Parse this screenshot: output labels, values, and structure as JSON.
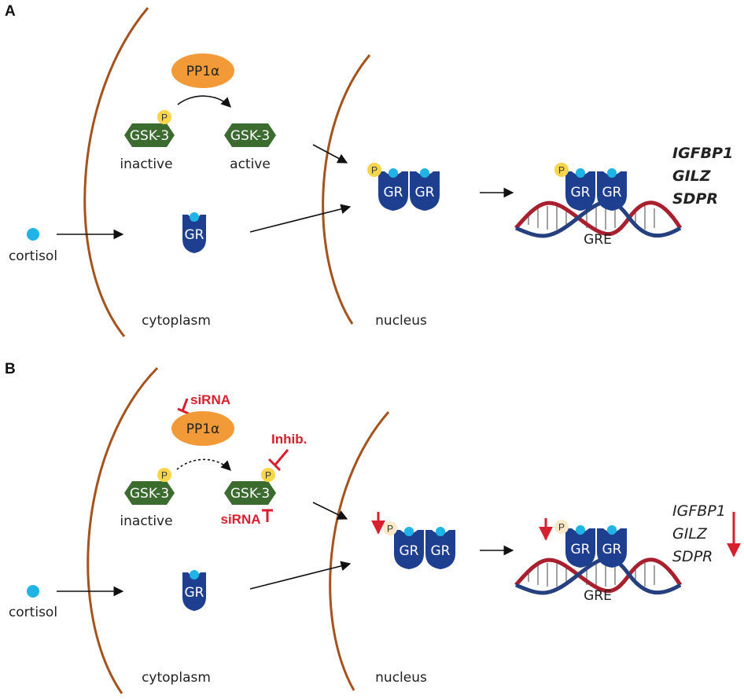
{
  "colors": {
    "membrane": "#a4531e",
    "gsk3": "#3b6b2f",
    "pp1": "#f29a38",
    "gr": "#1e3f8f",
    "ligand": "#1fb3e6",
    "phosphate": "#f8d54a",
    "phosphate_faded": "#fbe8c6",
    "inhibition": "#d71f2e",
    "dna_red": "#a8202e",
    "dna_blue": "#26407f"
  },
  "panel_a": {
    "label": "A",
    "pp1": "PP1α",
    "gsk3_left": "GSK-3",
    "gsk3_right": "GSK-3",
    "state_inactive": "inactive",
    "state_active": "active",
    "phospho": "P",
    "gr": "GR",
    "cortisol": "cortisol",
    "cytoplasm": "cytoplasm",
    "nucleus": "nucleus",
    "gre": "GRE",
    "genes": [
      "IGFBP1",
      "GILZ",
      "SDPR"
    ]
  },
  "panel_b": {
    "label": "B",
    "pp1": "PP1α",
    "sirna_top": "siRNA",
    "inhib": "Inhib.",
    "sirna_bottom": "siRNA",
    "gsk3_left": "GSK-3",
    "gsk3_right": "GSK-3",
    "state_inactive": "inactive",
    "phospho": "P",
    "gr": "GR",
    "cortisol": "cortisol",
    "cytoplasm": "cytoplasm",
    "nucleus": "nucleus",
    "gre": "GRE",
    "genes": [
      "IGFBP1",
      "GILZ",
      "SDPR"
    ]
  }
}
